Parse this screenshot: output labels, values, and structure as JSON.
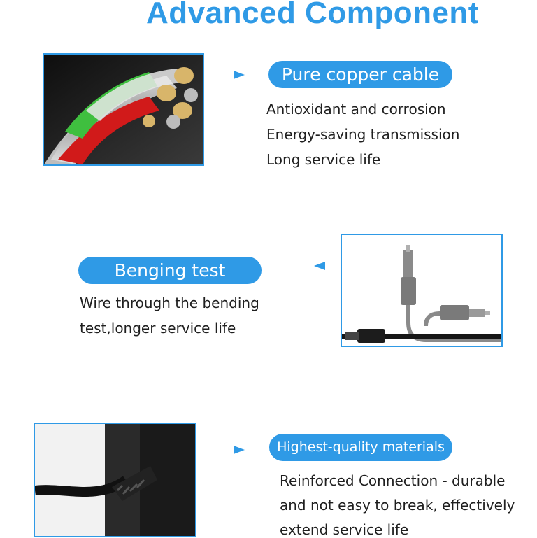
{
  "title": "Advanced Component",
  "accent_color": "#2f9ae6",
  "sections": [
    {
      "label": "Pure copper cable",
      "arrow": "right-pointer-icon",
      "lines": [
        "Antioxidant and corrosion",
        "Energy-saving transmission",
        "Long service life"
      ],
      "image": "copper-wire-cross-section-photo"
    },
    {
      "label": "Benging test",
      "arrow": "left-pointer-icon",
      "lines": [
        "Wire through the bending",
        "test,longer service life"
      ],
      "image": "bent-dc-plug-cable-photo"
    },
    {
      "label": "Highest-quality materials",
      "arrow": "right-pointer-icon",
      "lines": [
        "Reinforced Connection - durable",
        "and not easy to break, effectively",
        "extend service life"
      ],
      "image": "adapter-strain-relief-photo"
    }
  ]
}
